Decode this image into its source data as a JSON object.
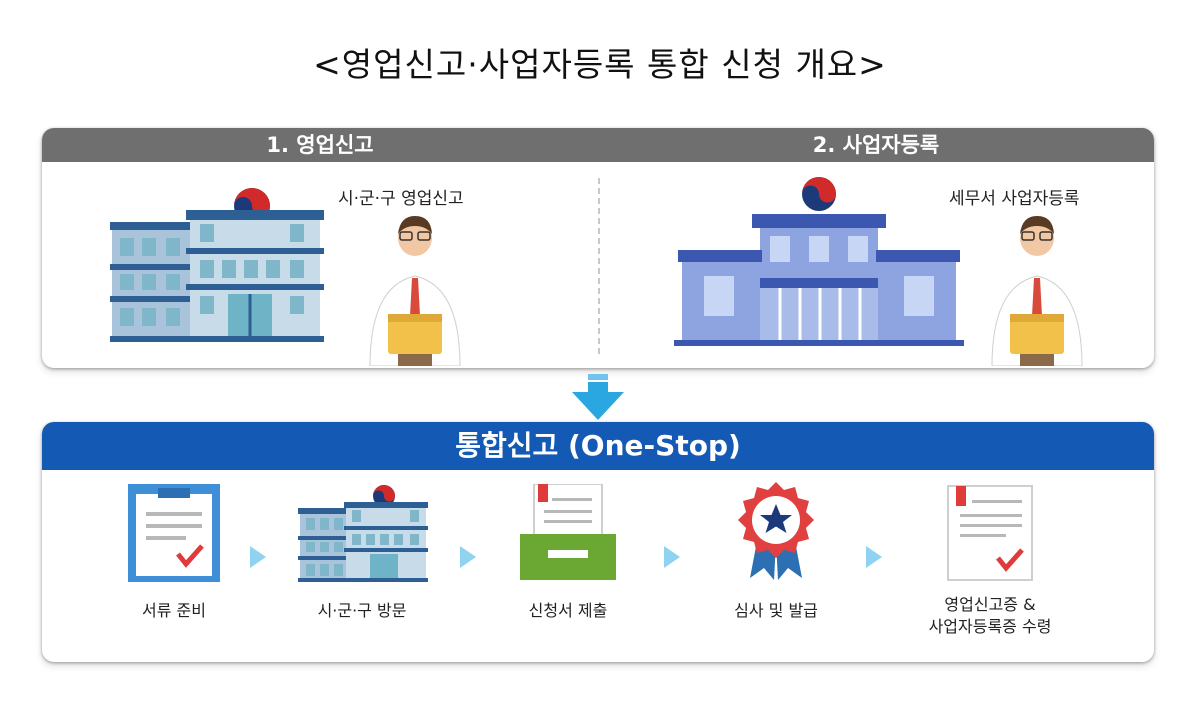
{
  "title": "<영업신고·사업자등록 통합 신청 개요>",
  "top_panel": {
    "left_header": "1. 영업신고",
    "right_header": "2. 사업자등록",
    "left_caption": "시·군·구 영업신고",
    "right_caption": "세무서 사업자등록"
  },
  "bottom_panel": {
    "header": "통합신고 (One-Stop)",
    "steps": [
      {
        "label": "서류 준비",
        "icon": "checklist-document-icon"
      },
      {
        "label": "시·군·구 방문",
        "icon": "city-hall-building-icon"
      },
      {
        "label": "신청서 제출",
        "icon": "application-tray-icon"
      },
      {
        "label": "심사 및 발급",
        "icon": "award-badge-icon"
      },
      {
        "label_line1": "영업신고증 &",
        "label_line2": "사업자등록증 수령",
        "icon": "certificate-document-icon"
      }
    ]
  },
  "colors": {
    "top_header_bg": "#6f6f6f",
    "bottom_header_bg": "#1459b3",
    "arrow": "#2aa7e0",
    "step_arrow": "#8fd3f0",
    "check_red": "#e03b3b",
    "badge_red": "#e0403f",
    "tray_green": "#6aa833"
  }
}
